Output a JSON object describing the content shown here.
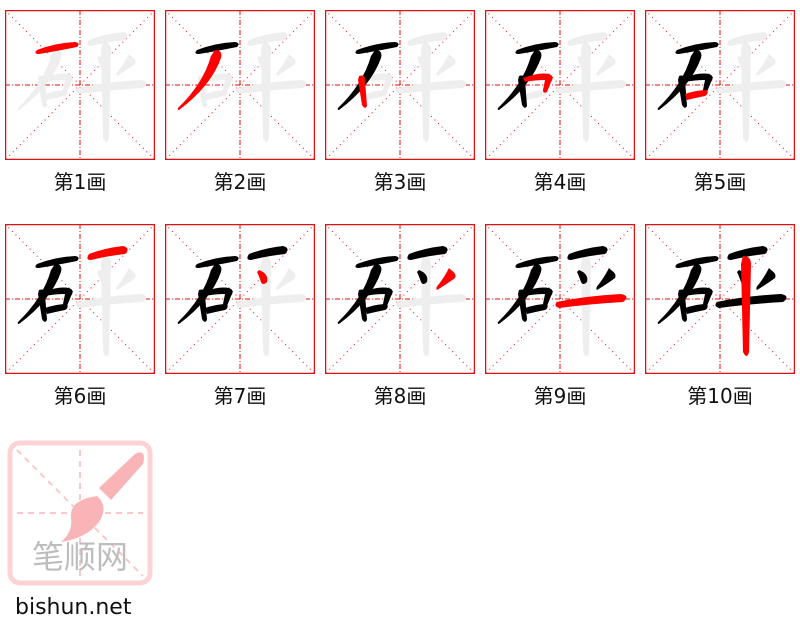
{
  "character": "砰",
  "total_strokes": 10,
  "colors": {
    "grid_border": "#e01010",
    "grid_guides": "#e01010",
    "ghost_character": "#eeeeee",
    "completed_stroke": "#000000",
    "current_stroke": "#ff0000",
    "logo_pink": "#f9b4b8",
    "logo_text_gray": "#bbbbbb"
  },
  "steps": [
    {
      "label": "第1画",
      "stroke": 1
    },
    {
      "label": "第2画",
      "stroke": 2
    },
    {
      "label": "第3画",
      "stroke": 3
    },
    {
      "label": "第4画",
      "stroke": 4
    },
    {
      "label": "第5画",
      "stroke": 5
    },
    {
      "label": "第6画",
      "stroke": 6
    },
    {
      "label": "第7画",
      "stroke": 7
    },
    {
      "label": "第8画",
      "stroke": 8
    },
    {
      "label": "第9画",
      "stroke": 9
    },
    {
      "label": "第10画",
      "stroke": 10
    }
  ],
  "logo": {
    "text": "笔顺网",
    "icon": "brush-icon"
  },
  "site": {
    "domain": "bishun.net"
  }
}
